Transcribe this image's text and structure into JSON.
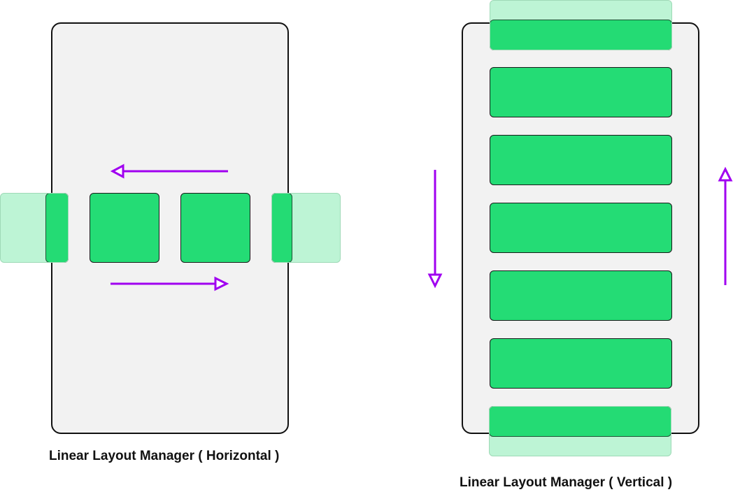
{
  "diagrams": [
    {
      "id": "horizontal",
      "caption": "Linear Layout Manager ( Horizontal )"
    },
    {
      "id": "vertical",
      "caption": "Linear Layout Manager ( Vertical )"
    }
  ],
  "colors": {
    "item": "#24dc75",
    "ghost_item": "#bff3d6",
    "arrow": "#a000f0",
    "phone_fill": "#f2f2f2",
    "outline": "#111111"
  }
}
